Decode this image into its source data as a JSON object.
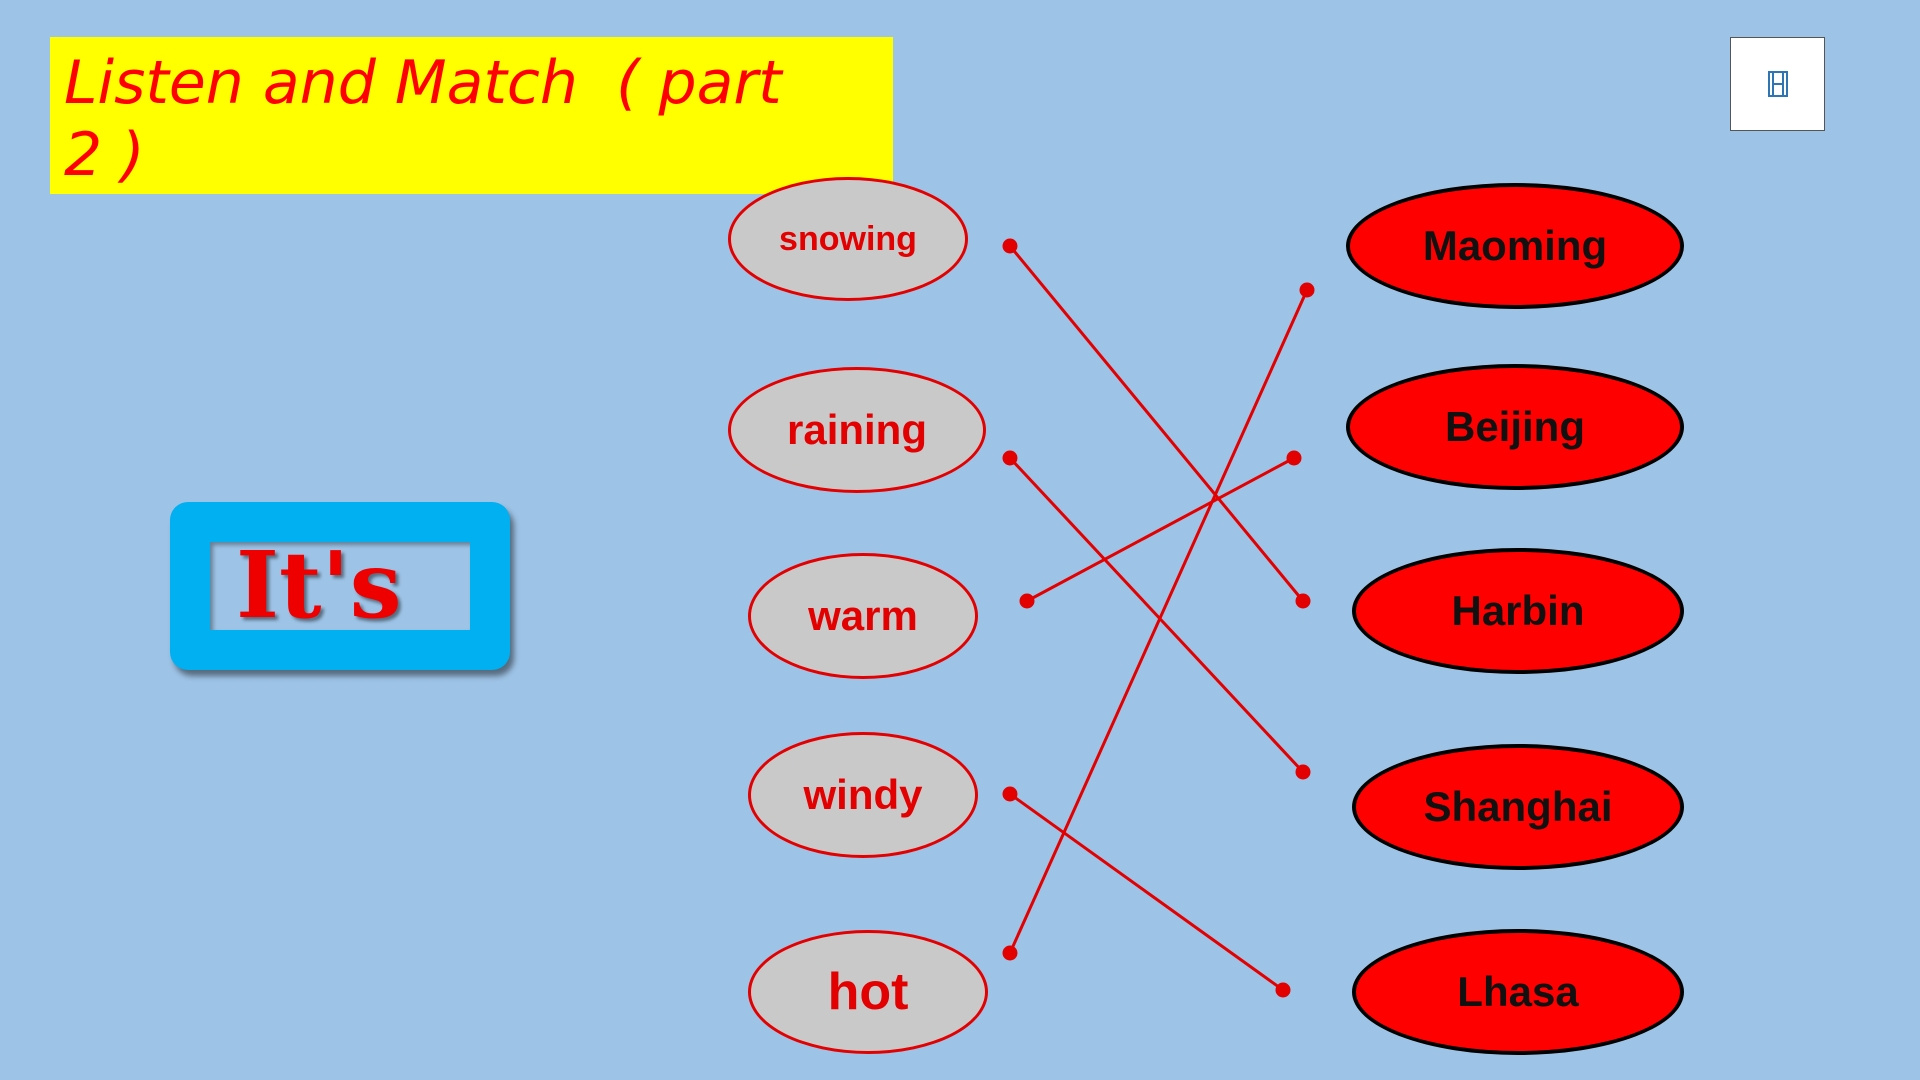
{
  "title": "Listen and Match  ( part 2 )",
  "media_icon": "film-icon",
  "its_label": "It's",
  "weather": [
    {
      "label": "snowing"
    },
    {
      "label": "raining"
    },
    {
      "label": "warm"
    },
    {
      "label": "windy"
    },
    {
      "label": "hot"
    }
  ],
  "cities": [
    {
      "label": "Maoming"
    },
    {
      "label": "Beijing"
    },
    {
      "label": "Harbin"
    },
    {
      "label": "Shanghai"
    },
    {
      "label": "Lhasa"
    }
  ],
  "matches": [
    {
      "weather": "snowing",
      "city": "Harbin"
    },
    {
      "weather": "raining",
      "city": "Shanghai"
    },
    {
      "weather": "warm",
      "city": "Beijing"
    },
    {
      "weather": "windy",
      "city": "Lhasa"
    },
    {
      "weather": "hot",
      "city": "Maoming"
    }
  ],
  "colors": {
    "background": "#9dc3e6",
    "title_bg": "#ffff00",
    "accent_red": "#e30000",
    "city_fill": "#ff0000",
    "weather_fill": "#c9c9c9",
    "frame_blue": "#00b0f0"
  }
}
